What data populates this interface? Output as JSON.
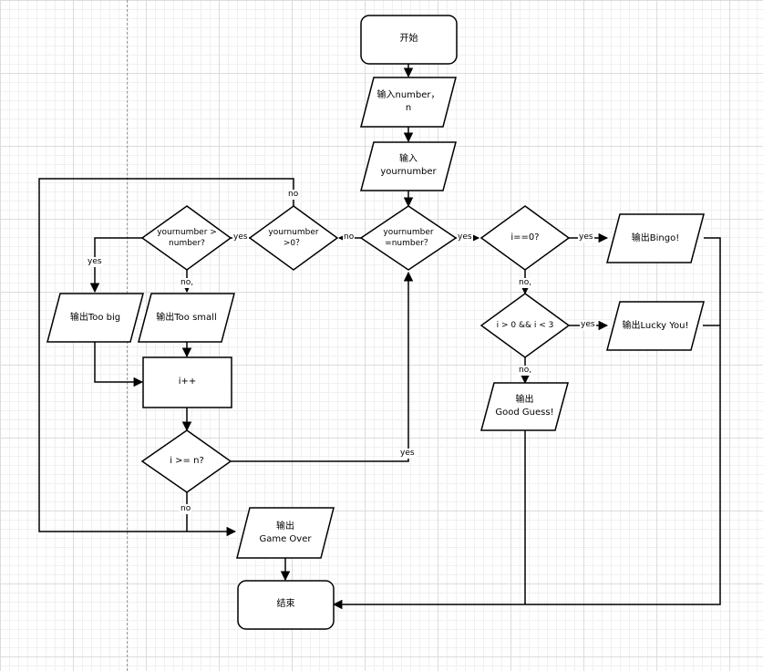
{
  "nodes": {
    "start": "开始",
    "input_number_n": "输入number，\nn",
    "input_yournumber": "输入\nyournumber",
    "check_equal": "yournumber\n=number？",
    "check_positive": "yournumber\n>0？",
    "check_greater": "yournumber >\nnumber?",
    "out_too_big": "输出Too big",
    "out_too_small": "输出Too small",
    "increment": "i++",
    "check_i_ge_n": "i >= n?",
    "out_game_over": "输出\nGame Over",
    "end": "结束",
    "check_i_zero": "i==0?",
    "out_bingo": "输出Bingo!",
    "check_i_range": "i > 0 && i < 3",
    "out_lucky": "输出Lucky You!",
    "out_good_guess": "输出\nGood Guess!"
  },
  "edges": {
    "equal_yes": "yes",
    "equal_no": "no",
    "positive_yes": "yes",
    "positive_no": "no",
    "greater_yes": "yes",
    "greater_no": "no,",
    "i_ge_n_yes": "yes",
    "i_ge_n_no": "no",
    "i_zero_yes": "yes",
    "i_zero_no": "no,",
    "i_range_yes": "yes",
    "i_range_no": "no,"
  }
}
